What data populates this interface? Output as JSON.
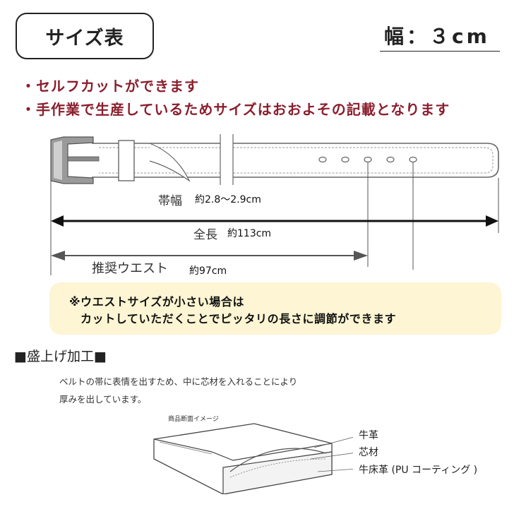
{
  "header": {
    "title": "サイズ表",
    "width_label": "幅：３cm"
  },
  "notes": [
    "・セルフカットができます",
    "・手作業で生産しているためサイズはおおよその記載となります"
  ],
  "belt_diagram": {
    "band_width_label": "帯幅",
    "band_width_value": "約2.8～2.9cm",
    "total_length_label": "全長",
    "total_length_value": "約113cm",
    "recommended_waist_label": "推奨ウエスト",
    "recommended_waist_value": "約97cm"
  },
  "info_box": {
    "line1": "※ウエストサイズが小さい場合は",
    "line2": "カットしていただくことでピッタリの長さに調節ができます"
  },
  "finishing": {
    "title": "■盛上げ加工■",
    "description_line1": "ベルトの帯に表情を出すため、中に芯材を入れることにより",
    "description_line2": "厚みを出しています。",
    "image_caption": "商品断面イメージ",
    "layer_top": "牛革",
    "layer_core": "芯材",
    "layer_bottom": "牛床革 (PU コーティング )"
  },
  "colors": {
    "note_red": "#8b1e2d",
    "info_box_bg": "#fdf5d3"
  }
}
